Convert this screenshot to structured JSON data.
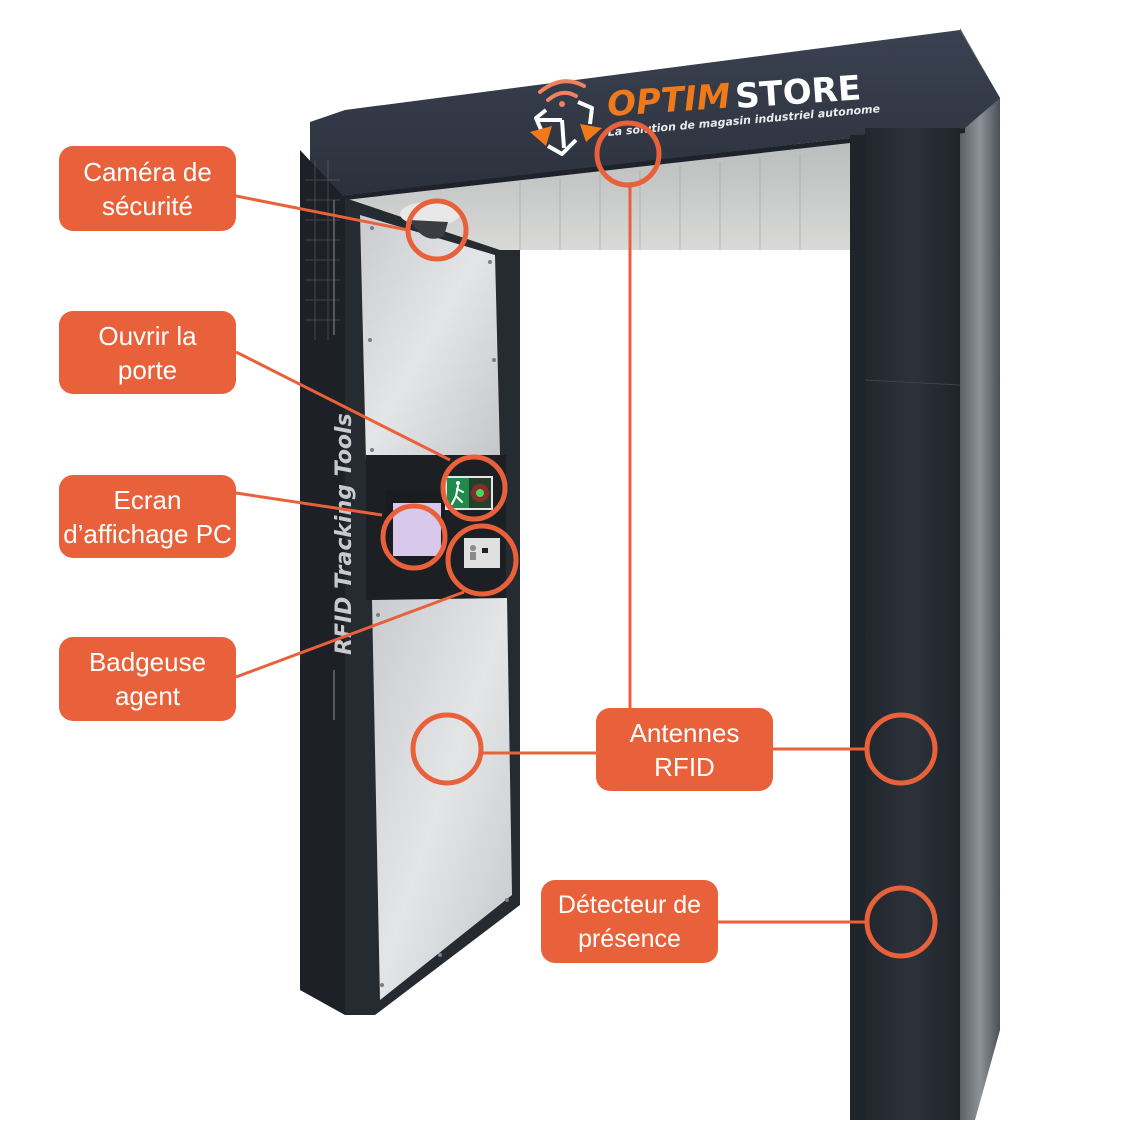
{
  "brand": {
    "name_part1": "OPTIM",
    "name_part2": "STORE",
    "tagline": "La solution de magasin industriel autonome",
    "colors": {
      "orange": "#f07a1a",
      "white": "#ffffff",
      "frame": "#2e3440"
    }
  },
  "side_text": "RFID Tracking Tools",
  "callouts": {
    "camera": {
      "line1": "Caméra de",
      "line2": "sécurité"
    },
    "door": {
      "line1": "Ouvrir la",
      "line2": "porte"
    },
    "screen": {
      "line1": "Ecran",
      "line2": "d’affichage PC"
    },
    "badge": {
      "line1": "Badgeuse",
      "line2": "agent"
    },
    "antenna": {
      "line1": "Antennes",
      "line2": "RFID"
    },
    "presence": {
      "line1": "Détecteur de",
      "line2": "présence"
    }
  },
  "colors": {
    "callout": "#e8613a",
    "callout_text": "#ffffff",
    "frame_dark": "#23272e",
    "panel_light": "#dcdde0",
    "screen": "#d8c9ec",
    "exit_sign": "#1f8a4c"
  }
}
